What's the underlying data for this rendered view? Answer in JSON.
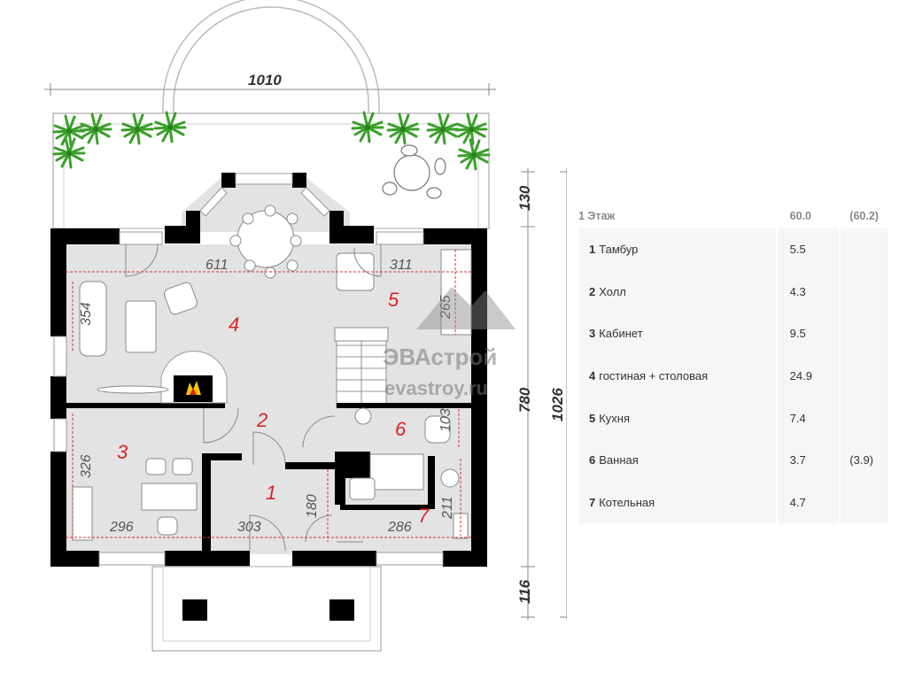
{
  "plan": {
    "overall_width": "1010",
    "overall_height": "1026",
    "height_segments": [
      "130",
      "780",
      "116"
    ],
    "room_dims": [
      "611",
      "311",
      "354",
      "326",
      "296",
      "303",
      "180",
      "286",
      "211",
      "103",
      "265"
    ],
    "room_numbers": [
      "1",
      "2",
      "3",
      "4",
      "5",
      "6",
      "7"
    ],
    "watermark": {
      "brand": "ЭВАстрой",
      "site": "evastroy.ru"
    }
  },
  "table": {
    "floor_label": "1 Этаж",
    "total": "60.0",
    "total_alt": "(60.2)",
    "rooms": [
      {
        "num": "1",
        "name": "Тамбур",
        "area": "5.5",
        "alt": ""
      },
      {
        "num": "2",
        "name": "Холл",
        "area": "4.3",
        "alt": ""
      },
      {
        "num": "3",
        "name": "Кабинет",
        "area": "9.5",
        "alt": ""
      },
      {
        "num": "4",
        "name": "гостиная + столовая",
        "area": "24.9",
        "alt": ""
      },
      {
        "num": "5",
        "name": "Кухня",
        "area": "7.4",
        "alt": ""
      },
      {
        "num": "6",
        "name": "Ванная",
        "area": "3.7",
        "alt": "(3.9)"
      },
      {
        "num": "7",
        "name": "Котельная",
        "area": "4.7",
        "alt": ""
      }
    ]
  },
  "colors": {
    "wall": "#000000",
    "floor": "#e3e3e3",
    "plant": "#3aa02a",
    "dim_red": "#d33333"
  }
}
